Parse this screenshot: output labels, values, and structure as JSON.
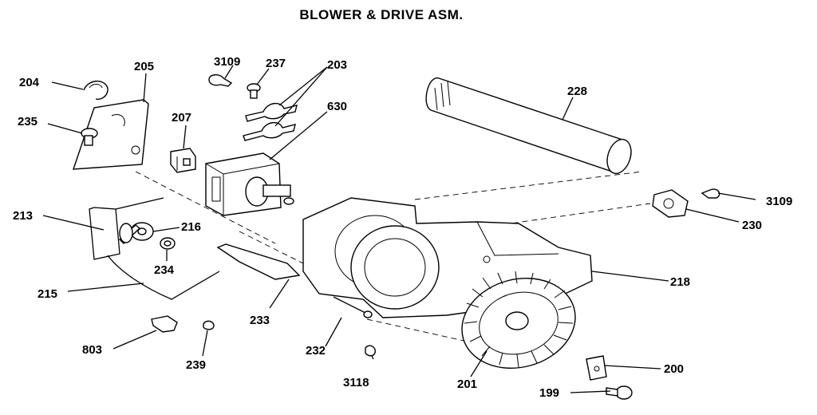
{
  "title": "BLOWER & DRIVE ASM.",
  "parts": {
    "p204": "204",
    "p205": "205",
    "p235": "235",
    "p3109a": "3109",
    "p237": "237",
    "p203": "203",
    "p207": "207",
    "p630": "630",
    "p228": "228",
    "p3109b": "3109",
    "p230": "230",
    "p213": "213",
    "p216": "216",
    "p234": "234",
    "p215": "215",
    "p218": "218",
    "p233": "233",
    "p232": "232",
    "p803": "803",
    "p239": "239",
    "p3118": "3118",
    "p201": "201",
    "p200": "200",
    "p199": "199"
  }
}
